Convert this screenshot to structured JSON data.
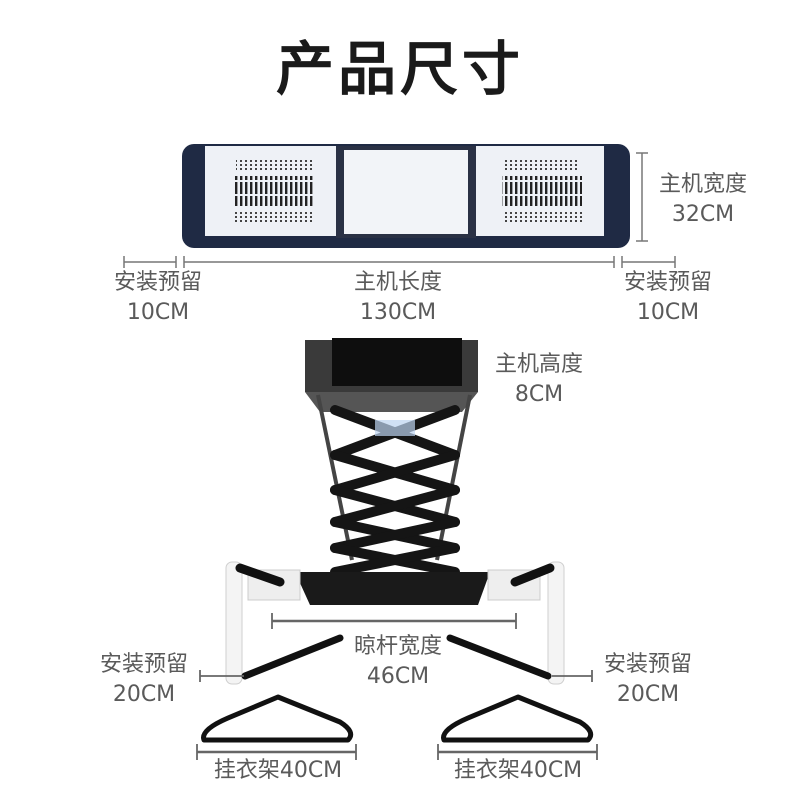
{
  "title": "产品尺寸",
  "colors": {
    "text": "#5a5a5a",
    "title": "#1a1a1a",
    "frame": "#1f2a44",
    "panel": "#eef1f6",
    "arm": "#1a1a1a",
    "dim_line": "#666666"
  },
  "top_view": {
    "width_label": "主机宽度",
    "width_value": "32CM",
    "length_label": "主机长度",
    "length_value": "130CM",
    "left_reserve_label": "安装预留",
    "left_reserve_value": "10CM",
    "right_reserve_label": "安装预留",
    "right_reserve_value": "10CM"
  },
  "front_view": {
    "height_label": "主机高度",
    "height_value": "8CM",
    "rod_width_label": "晾杆宽度",
    "rod_width_value": "46CM",
    "left_reserve_label": "安装预留",
    "left_reserve_value": "20CM",
    "right_reserve_label": "安装预留",
    "right_reserve_value": "20CM",
    "hanger_left_label": "挂衣架40CM",
    "hanger_right_label": "挂衣架40CM"
  }
}
